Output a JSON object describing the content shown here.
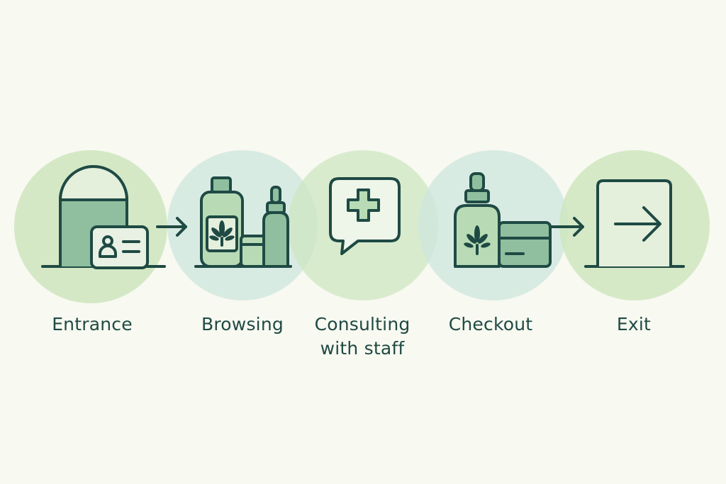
{
  "steps": [
    {
      "label": "Entrance",
      "icon": "door-with-id-card-icon"
    },
    {
      "label": "Browsing",
      "icon": "cannabis-product-bottles-icon"
    },
    {
      "label": "Consulting\nwith staff",
      "icon": "speech-bubble-plus-icon"
    },
    {
      "label": "Checkout",
      "icon": "tincture-and-payment-card-icon"
    },
    {
      "label": "Exit",
      "icon": "exit-door-arrow-icon"
    }
  ],
  "colors": {
    "background": "#f8f9f1",
    "circle_green": "#cfe6c0",
    "circle_teal": "#cde6dd",
    "stroke": "#1f4a44",
    "fill_mid": "#8fbf9e",
    "fill_light": "#b8dbb6"
  }
}
